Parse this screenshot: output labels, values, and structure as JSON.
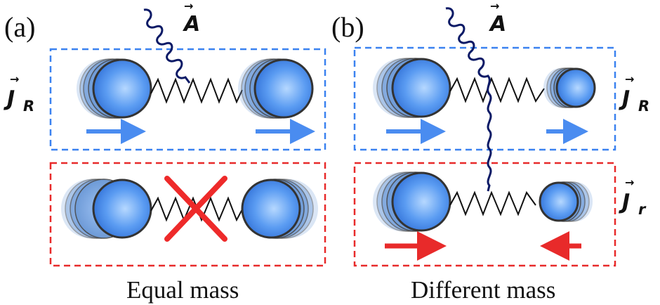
{
  "panels": {
    "a": {
      "label": "(a)",
      "caption": "Equal mass"
    },
    "b": {
      "label": "(b)",
      "caption": "Different mass"
    }
  },
  "symbols": {
    "vector_potential": {
      "main": "A",
      "arrow": "→"
    },
    "current_R": {
      "main": "J",
      "sub": "R",
      "arrow": "→"
    },
    "current_r": {
      "main": "J",
      "sub": "r",
      "arrow": "→"
    }
  },
  "colors": {
    "blue_box": "#3b82f0",
    "red_box": "#e82a2a",
    "wave": "#0b1a66",
    "ball": "#4a8cf0",
    "cross": "#ee2a2a"
  }
}
